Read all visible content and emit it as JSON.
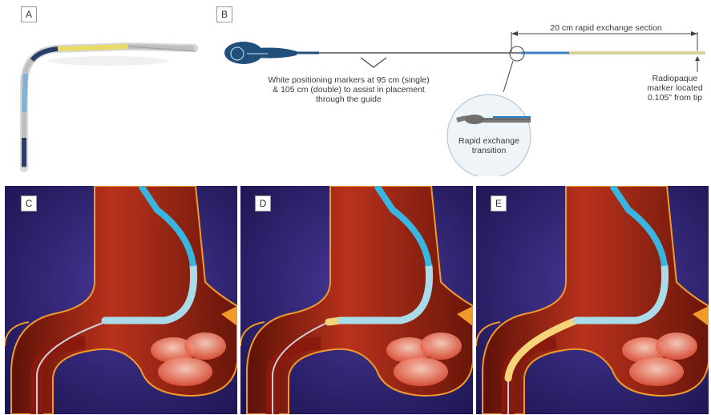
{
  "panels": {
    "a": {
      "label": "A"
    },
    "b": {
      "label": "B",
      "bracket_label": "20 cm rapid exchange section",
      "markers_caption": [
        "White positioning markers at 95 cm (single)",
        "& 105 cm (double) to assist in placement",
        "through the guide"
      ],
      "radiopaque_caption": [
        "Radiopaque",
        "marker located",
        "0.105\" from tip"
      ],
      "inset_caption": [
        "Rapid exchange",
        "transition"
      ]
    },
    "c": {
      "label": "C"
    },
    "d": {
      "label": "D"
    },
    "e": {
      "label": "E"
    }
  },
  "colors": {
    "navy": "#1f4f7a",
    "catheter_blue": "#9fd3e6",
    "guide_blue": "#38b6e0",
    "balloon_yellow": "#f6d57a",
    "vessel_red": "#a6291a",
    "outline_orange": "#f19a2a",
    "background_purple": "#2a1d66"
  }
}
